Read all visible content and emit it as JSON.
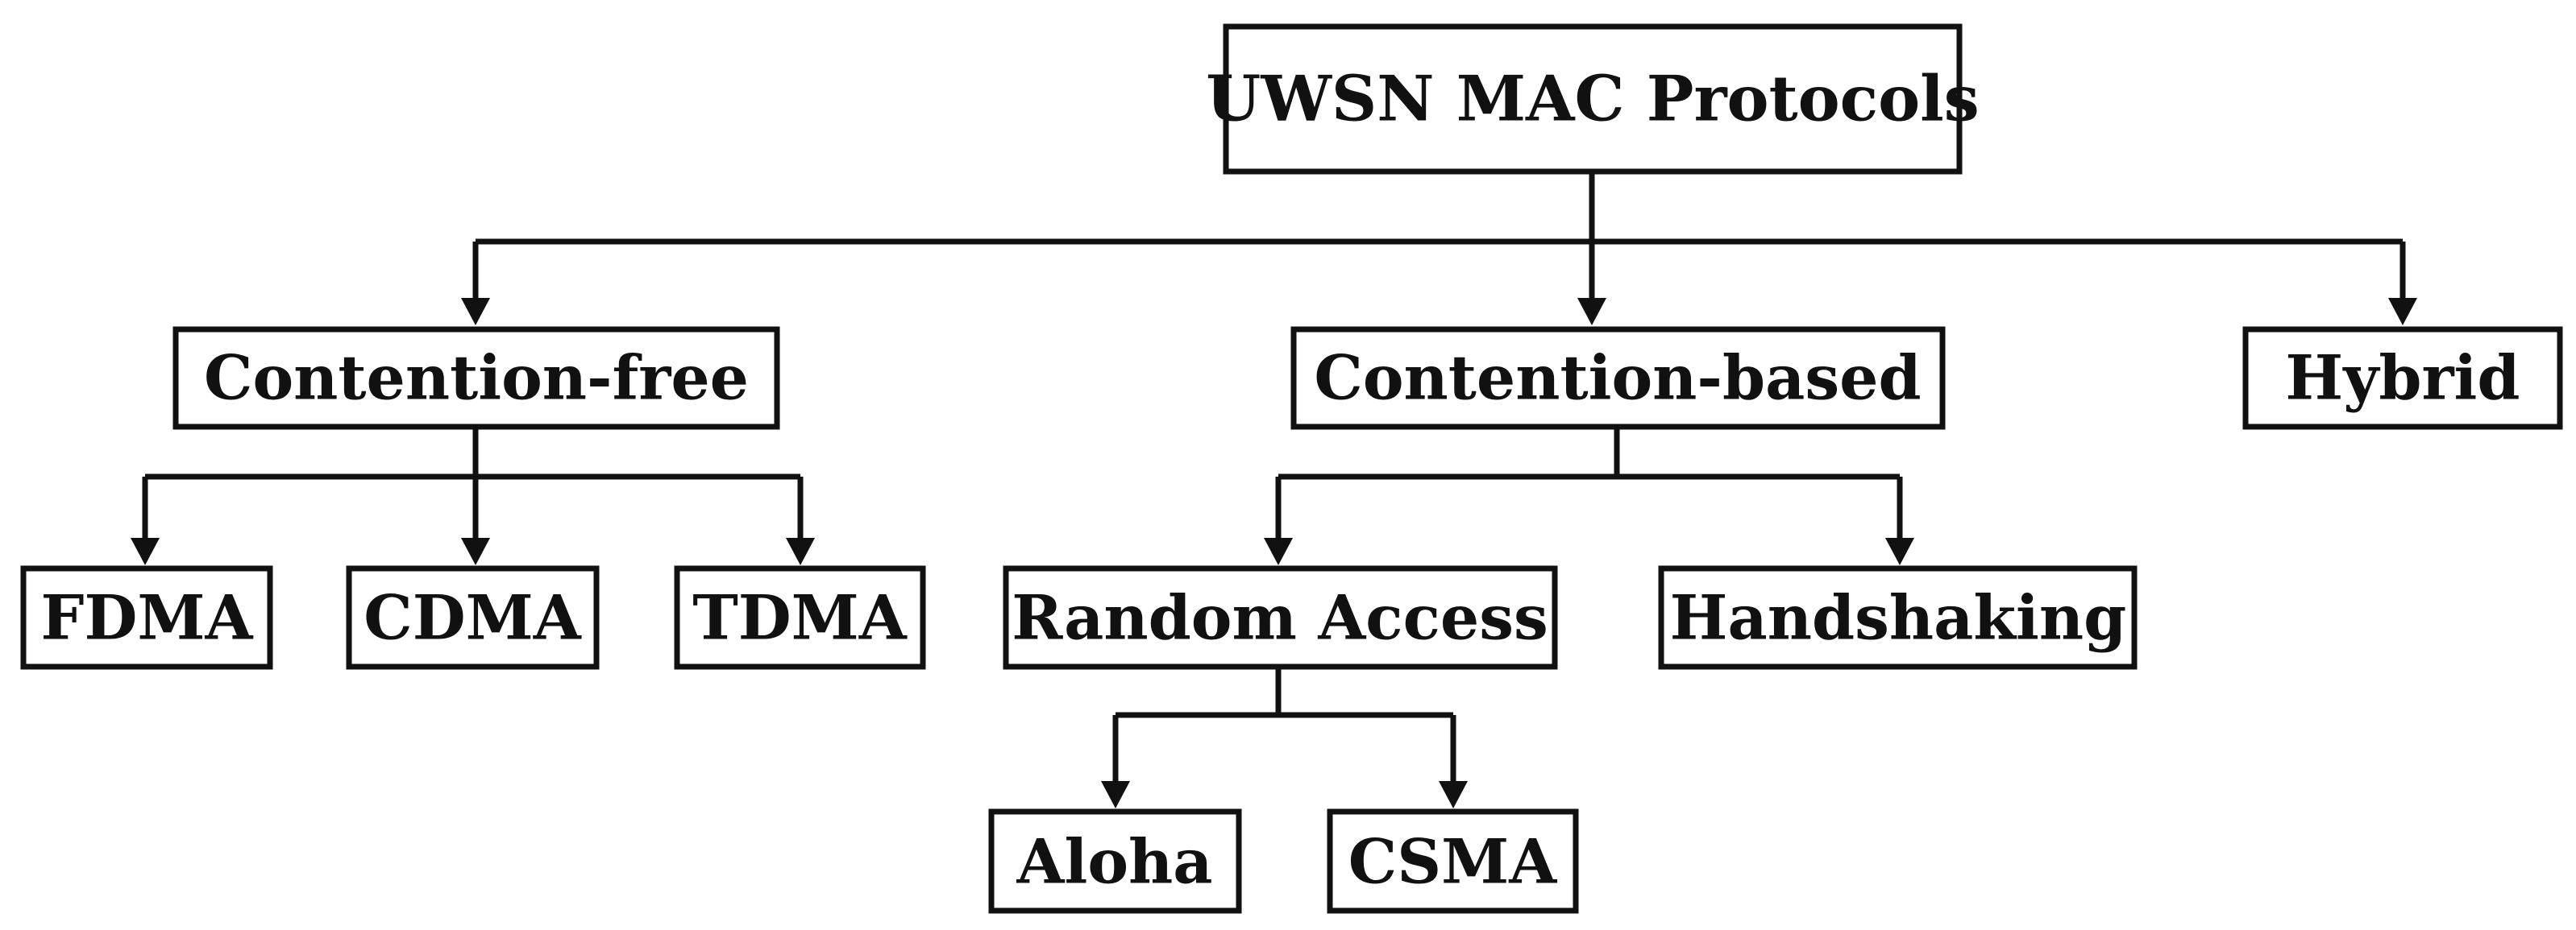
{
  "diagram": {
    "type": "tree",
    "root": "UWSN MAC Protocols",
    "nodes": {
      "root": "UWSN MAC Protocols",
      "contention_free": "Contention-free",
      "contention_based": "Contention-based",
      "hybrid": "Hybrid",
      "fdma": "FDMA",
      "cdma": "CDMA",
      "tdma": "TDMA",
      "random_access": "Random Access",
      "handshaking": "Handshaking",
      "aloha": "Aloha",
      "csma": "CSMA"
    },
    "edges": [
      {
        "from": "UWSN MAC Protocols",
        "to": "Contention-free"
      },
      {
        "from": "UWSN MAC Protocols",
        "to": "Contention-based"
      },
      {
        "from": "UWSN MAC Protocols",
        "to": "Hybrid"
      },
      {
        "from": "Contention-free",
        "to": "FDMA"
      },
      {
        "from": "Contention-free",
        "to": "CDMA"
      },
      {
        "from": "Contention-free",
        "to": "TDMA"
      },
      {
        "from": "Contention-based",
        "to": "Random Access"
      },
      {
        "from": "Contention-based",
        "to": "Handshaking"
      },
      {
        "from": "Random Access",
        "to": "Aloha"
      },
      {
        "from": "Random Access",
        "to": "CSMA"
      }
    ],
    "colors": {
      "line": "#111111",
      "box_fill": "#ffffff",
      "text": "#111111"
    }
  }
}
